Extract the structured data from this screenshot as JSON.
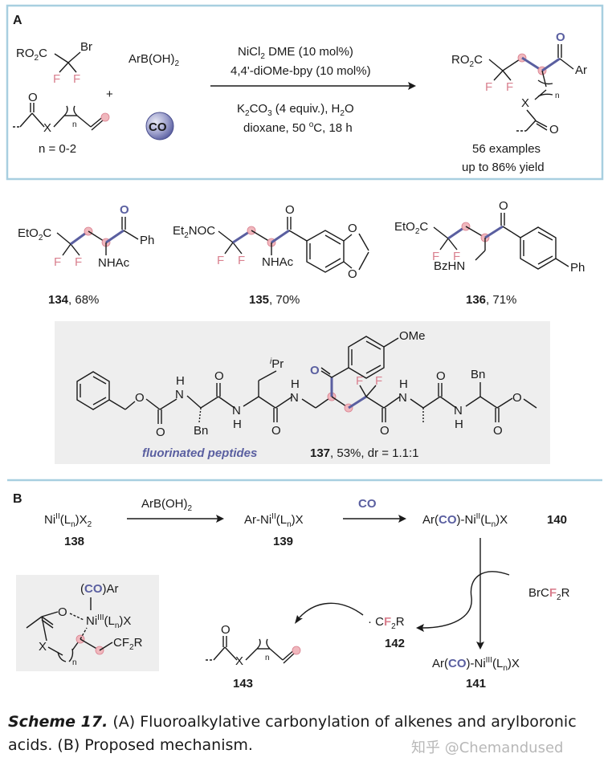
{
  "panel_a": {
    "label": "A",
    "reagent1": {
      "ester": "RO2C",
      "br": "Br",
      "f1": "F",
      "f2": "F"
    },
    "arboron": "ArB(OH)2",
    "plus": "+",
    "alkene": {
      "x": "X",
      "n": "n",
      "range": "n = 0-2"
    },
    "co": "CO",
    "conditions": [
      "NiCl2 DME (10 mol%)",
      "4,4'-diOMe-bpy (10 mol%)",
      "K2CO3 (4 equiv.), H2O",
      "dioxane, 50 °C, 18 h"
    ],
    "product": {
      "ester": "RO2C",
      "f1": "F",
      "f2": "F",
      "o": "O",
      "ar": "Ar",
      "x": "X",
      "n": "n"
    },
    "examples": "56 examples",
    "yield": "up to 86% yield"
  },
  "examples": [
    {
      "num": "134",
      "yield": ", 68%",
      "left": "EtO2C",
      "f1": "F",
      "f2": "F",
      "o": "O",
      "ph": "Ph",
      "sub": "NHAc"
    },
    {
      "num": "135",
      "yield": ", 70%",
      "left": "Et2NOC",
      "f1": "F",
      "f2": "F",
      "o": "O",
      "sub": "NHAc",
      "o2": "O",
      "o3": "O"
    },
    {
      "num": "136",
      "yield": ", 71%",
      "left": "EtO2C",
      "f1": "F",
      "f2": "F",
      "o": "O",
      "sub": "BzHN",
      "ph": "Ph"
    }
  ],
  "peptide": {
    "ome": "OMe",
    "ipr": "iPr",
    "o_labels": [
      "O",
      "O",
      "O",
      "O",
      "O",
      "O",
      "O"
    ],
    "h_labels": [
      "H",
      "H",
      "H",
      "H",
      "H"
    ],
    "n_labels": [
      "N",
      "N",
      "N",
      "N",
      "N"
    ],
    "bn1": "Bn",
    "bn2": "Bn",
    "f1": "F",
    "f2": "F",
    "caption_italic": "fluorinated peptides",
    "num": "137",
    "yield": ", 53%, dr = 1.1:1"
  },
  "panel_b": {
    "label": "B",
    "c138": "Ni(II)(Ln)X2",
    "c138_num": "138",
    "arrow1": "ArB(OH)2",
    "c139": "Ar-Ni(II)(Ln)X",
    "c139_num": "139",
    "arrow2": "CO",
    "c140": "Ar(CO)-Ni(II)(Ln)X",
    "c140_num": "140",
    "reagent": "BrCF2R",
    "radical": "·CF2R",
    "radical_num": "142",
    "c141": "Ar(CO)-Ni(III)(Ln)X",
    "c141_num": "141",
    "c143_num": "143",
    "inter": {
      "coar": "(CO)Ar",
      "ni": "Ni(III)(Ln)X",
      "o": "O",
      "x": "X",
      "n": "n",
      "cf2r": "CF2R"
    }
  },
  "caption": {
    "title": "Scheme 17.",
    "text": " (A) Fluoroalkylative carbonylation of alkenes and arylboronic acids. (B) Proposed mechanism."
  },
  "watermark": "知乎 @Chemandused",
  "colors": {
    "accent_blue": "#5a5fa0",
    "frame": "#a8cfe0",
    "pink": "#d9808f",
    "gray_box": "#eeeeee"
  }
}
